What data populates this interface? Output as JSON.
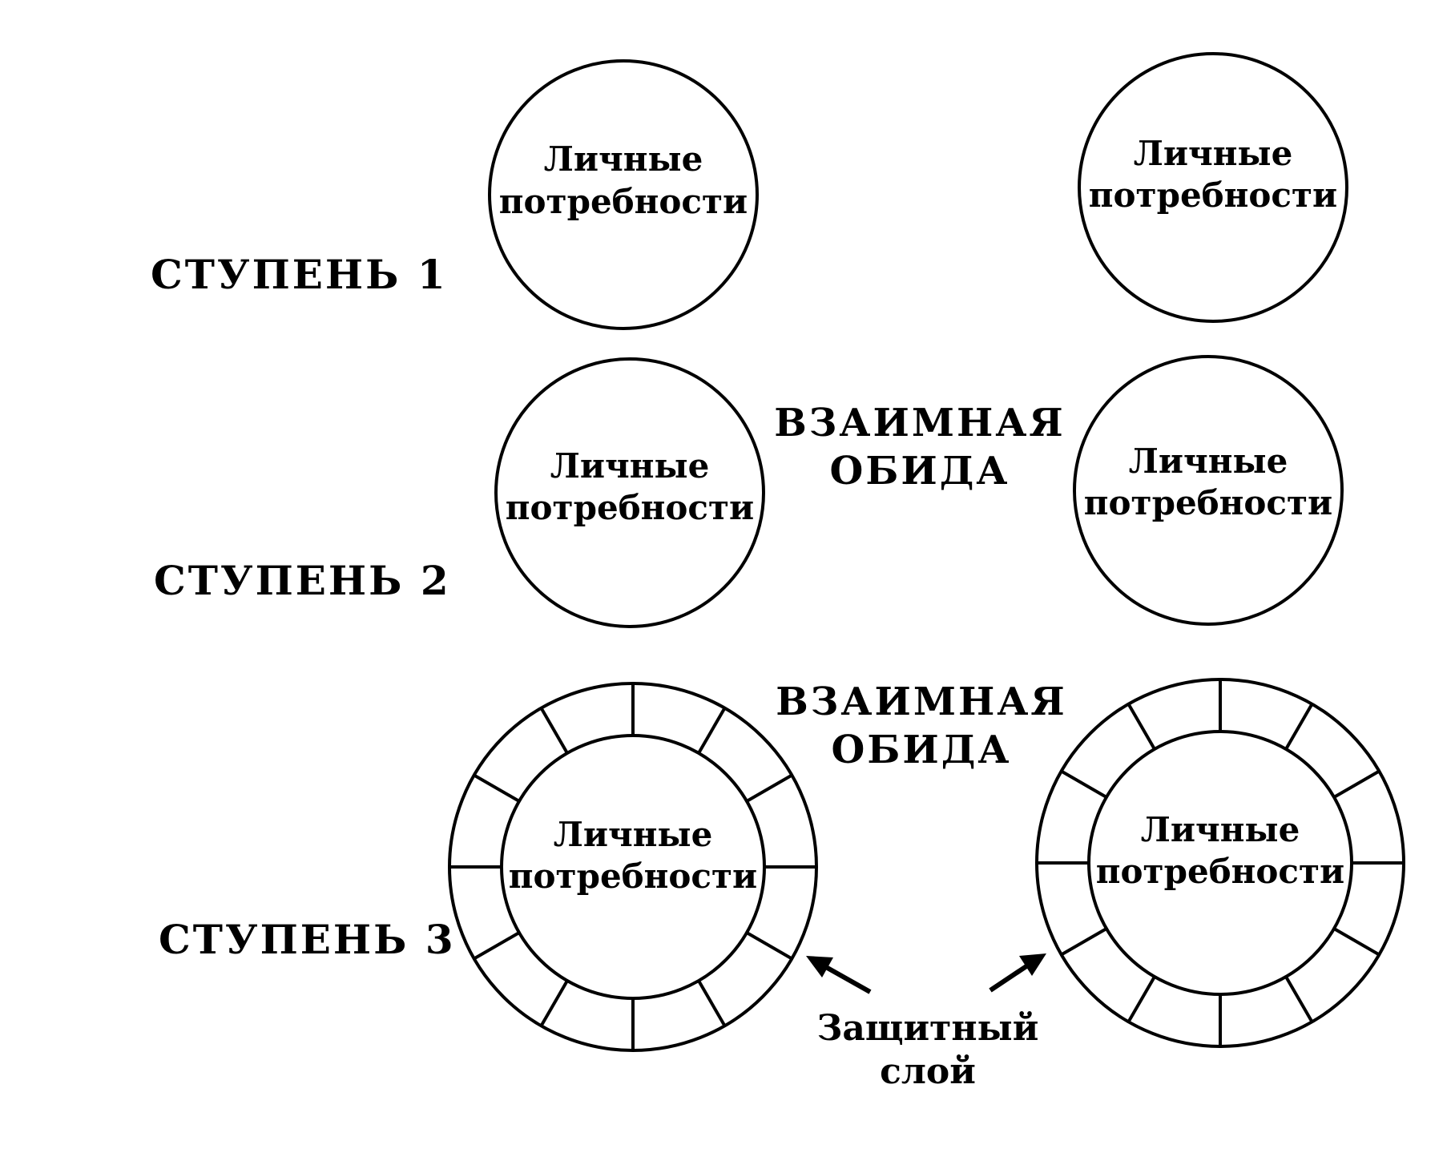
{
  "stages": [
    {
      "label": "СТУПЕНЬ 1",
      "left_circle": [
        "Личные",
        "потребности"
      ],
      "right_circle": [
        "Личные",
        "потребности"
      ]
    },
    {
      "label": "СТУПЕНЬ 2",
      "left_circle": [
        "Личные",
        "потребности"
      ],
      "right_circle": [
        "Личные",
        "потребности"
      ],
      "between": [
        "ВЗАИМНАЯ",
        "ОБИДА"
      ]
    },
    {
      "label": "СТУПЕНЬ 3",
      "left_circle": [
        "Личные",
        "потребности"
      ],
      "right_circle": [
        "Личные",
        "потребности"
      ],
      "between": [
        "ВЗАИМНАЯ",
        "ОБИДА"
      ],
      "layer_label": [
        "Защитный",
        "слой"
      ]
    }
  ]
}
